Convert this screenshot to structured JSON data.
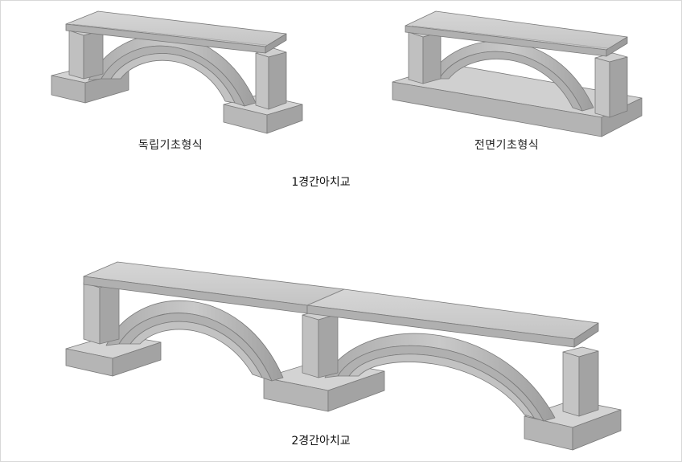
{
  "captions": {
    "independent_foundation": "독립기초형식",
    "mat_foundation": "전면기초형식"
  },
  "groups": {
    "single_span": "1경간아치교",
    "two_span": "2경간아치교"
  },
  "colors": {
    "deck_top": "#cfcfcf",
    "deck_side": "#b3b3b3",
    "face": "#bcbcbc",
    "shade": "#9a9a9a",
    "dark": "#8a8a8a",
    "light": "#d9d9d9",
    "edge": "#777777"
  }
}
